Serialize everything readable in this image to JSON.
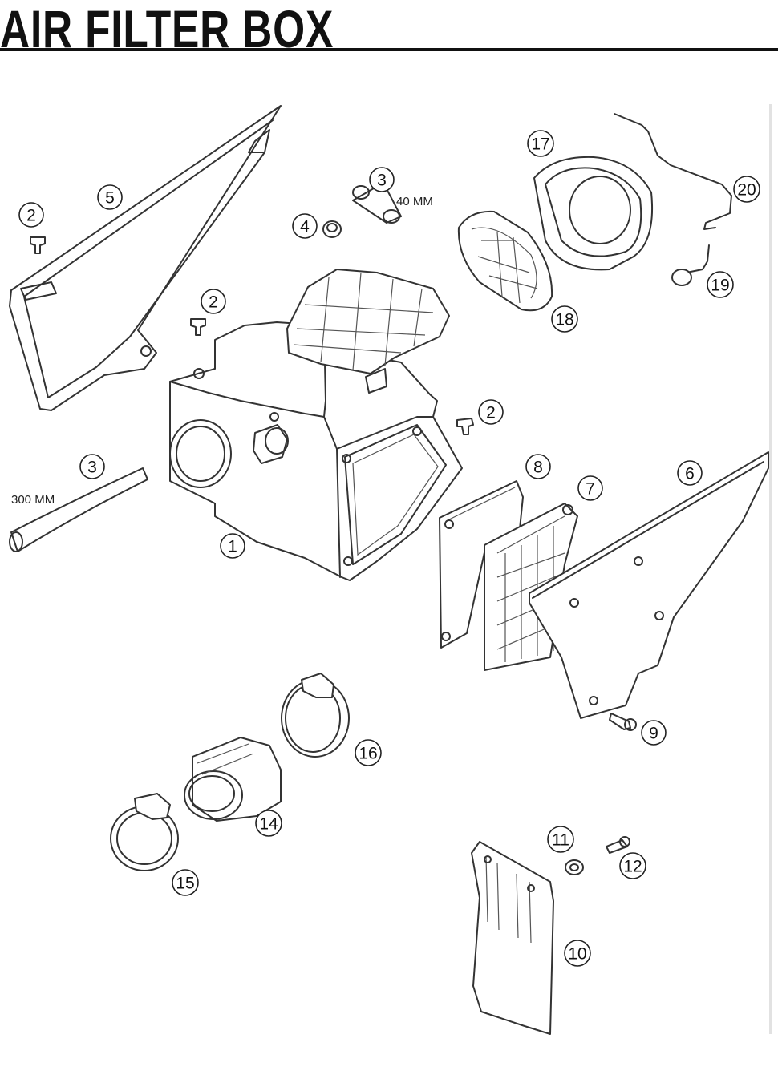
{
  "title": "AIR FILTER BOX",
  "notes": {
    "length_40": "40 MM",
    "length_300": "300 MM"
  },
  "callouts": {
    "c1": "1",
    "c2a": "2",
    "c2b": "2",
    "c2c": "2",
    "c3a": "3",
    "c3b": "3",
    "c4": "4",
    "c5": "5",
    "c6": "6",
    "c7": "7",
    "c8": "8",
    "c9": "9",
    "c10": "10",
    "c11": "11",
    "c12": "12",
    "c14": "14",
    "c15": "15",
    "c16": "16",
    "c17": "17",
    "c18": "18",
    "c19": "19",
    "c20": "20"
  }
}
